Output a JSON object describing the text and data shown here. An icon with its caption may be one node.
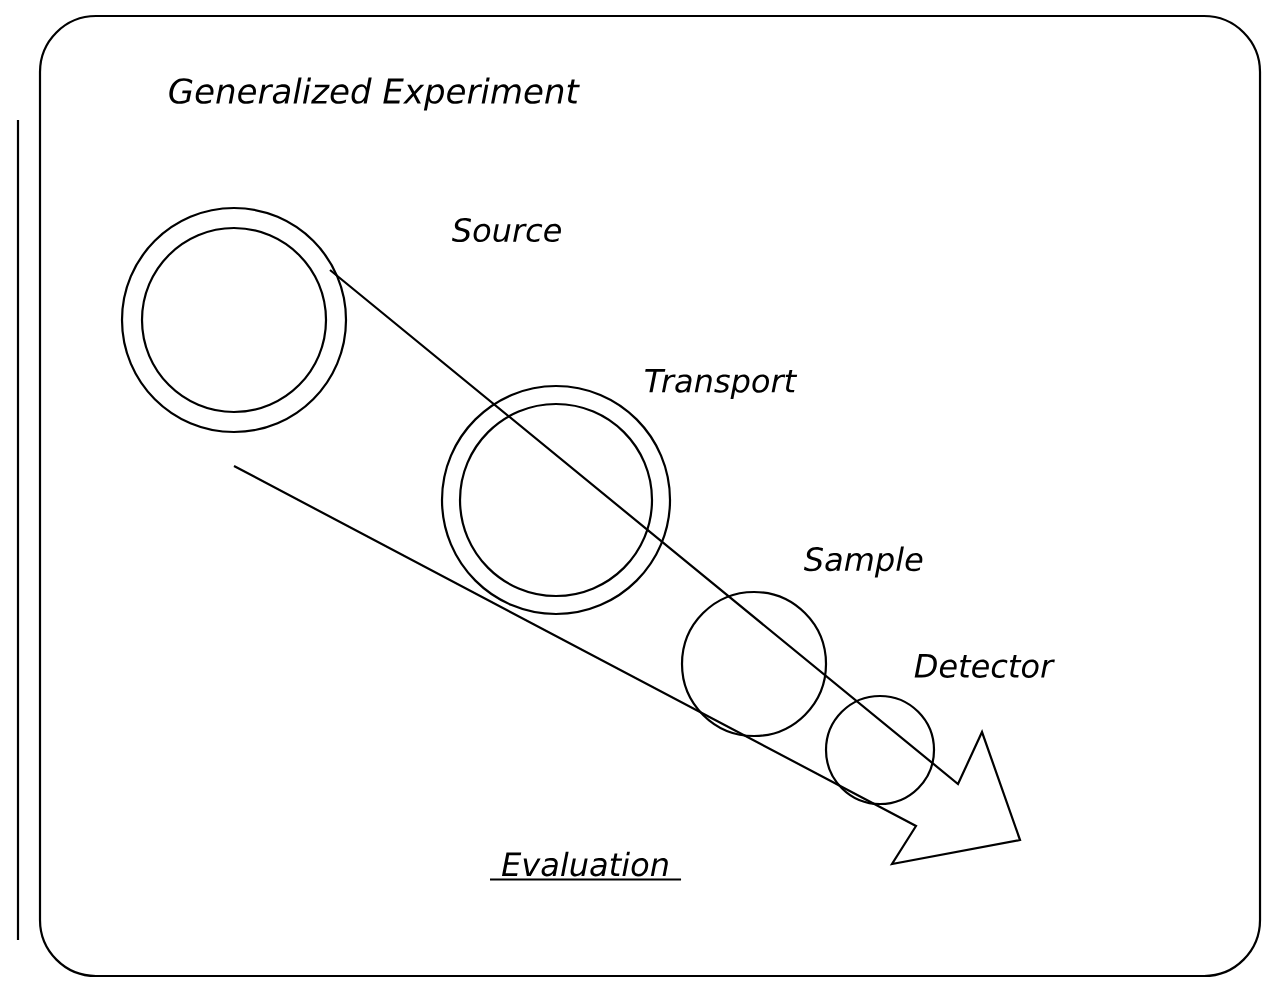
{
  "diagram": {
    "title": "Generalized Experiment",
    "nodes": [
      {
        "text": [
          "Source"
        ]
      },
      {
        "text": [
          "Transport"
        ]
      },
      {
        "text": [
          "Sample"
        ]
      },
      {
        "text": [
          "Detector"
        ]
      }
    ],
    "labels": [
      "Evaluation"
    ]
  }
}
